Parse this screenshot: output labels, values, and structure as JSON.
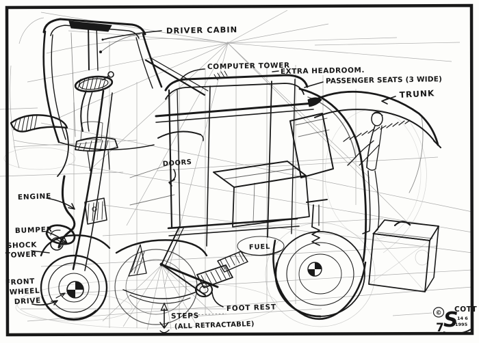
{
  "colors": {
    "paper": "#fdfdfb",
    "ink": "#191919",
    "pencil": "#8f8f8f"
  },
  "labels": {
    "driver_cabin": "DRIVER CABIN",
    "computer_tower": "COMPUTER TOWER",
    "extra_headroom": "EXTRA HEADROOM.",
    "passenger_seats": "PASSENGER SEATS (3 WIDE)",
    "trunk": "TRUNK",
    "doors": "DOORS",
    "engine": "ENGINE",
    "bumper": "BUMPER",
    "shock_tower": {
      "line1": "SHOCK",
      "line2": "TOWER"
    },
    "front_wheel_drive": {
      "line1": "FRONT",
      "line2": "WHEEL",
      "line3": "DRIVE"
    },
    "fuel": "FUEL",
    "foot_rest": "FOOT REST",
    "steps": "STEPS",
    "steps_note": "(ALL RETRACTABLE)"
  },
  "signature": {
    "copyright": "©",
    "initial": "S",
    "name": "COTT",
    "numeral": "7",
    "date_day": "14 6",
    "date_year": "1995"
  }
}
